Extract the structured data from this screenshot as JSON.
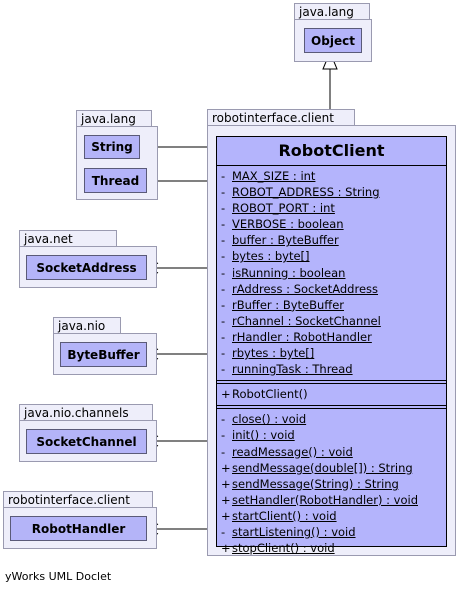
{
  "packages": {
    "object_pkg": "java.lang",
    "string_pkg": "java.lang",
    "main_pkg": "robotinterface.client",
    "net_pkg": "java.net",
    "nio_pkg": "java.nio",
    "channels_pkg": "java.nio.channels",
    "handler_pkg": "robotinterface.client"
  },
  "classes": {
    "object": "Object",
    "string": "String",
    "thread": "Thread",
    "socket_address": "SocketAddress",
    "byte_buffer": "ByteBuffer",
    "socket_channel": "SocketChannel",
    "robot_handler": "RobotHandler"
  },
  "robot_client": {
    "name": "RobotClient",
    "fields": [
      {
        "vis": "-",
        "text": "MAX_SIZE : int"
      },
      {
        "vis": "-",
        "text": "ROBOT_ADDRESS : String"
      },
      {
        "vis": "-",
        "text": "ROBOT_PORT : int"
      },
      {
        "vis": "-",
        "text": "VERBOSE : boolean"
      },
      {
        "vis": "-",
        "text": "buffer : ByteBuffer"
      },
      {
        "vis": "-",
        "text": "bytes : byte[]"
      },
      {
        "vis": "-",
        "text": "isRunning : boolean"
      },
      {
        "vis": "-",
        "text": "rAddress : SocketAddress"
      },
      {
        "vis": "-",
        "text": "rBuffer : ByteBuffer"
      },
      {
        "vis": "-",
        "text": "rChannel : SocketChannel"
      },
      {
        "vis": "-",
        "text": "rHandler : RobotHandler"
      },
      {
        "vis": "-",
        "text": "rbytes : byte[]"
      },
      {
        "vis": "-",
        "text": "runningTask : Thread"
      }
    ],
    "constructors": [
      {
        "vis": "+",
        "text": "RobotClient()"
      }
    ],
    "methods": [
      {
        "vis": "-",
        "text": "close() : void"
      },
      {
        "vis": "-",
        "text": "init() : void"
      },
      {
        "vis": "-",
        "text": "readMessage() : void"
      },
      {
        "vis": "+",
        "text": "sendMessage(double[]) : String"
      },
      {
        "vis": "+",
        "text": "sendMessage(String) : String"
      },
      {
        "vis": "+",
        "text": "setHandler(RobotHandler) : void"
      },
      {
        "vis": "+",
        "text": "startClient() : void"
      },
      {
        "vis": "-",
        "text": "startListening() : void"
      },
      {
        "vis": "+",
        "text": "stopClient() : void"
      }
    ]
  },
  "footer": "yWorks UML Doclet"
}
